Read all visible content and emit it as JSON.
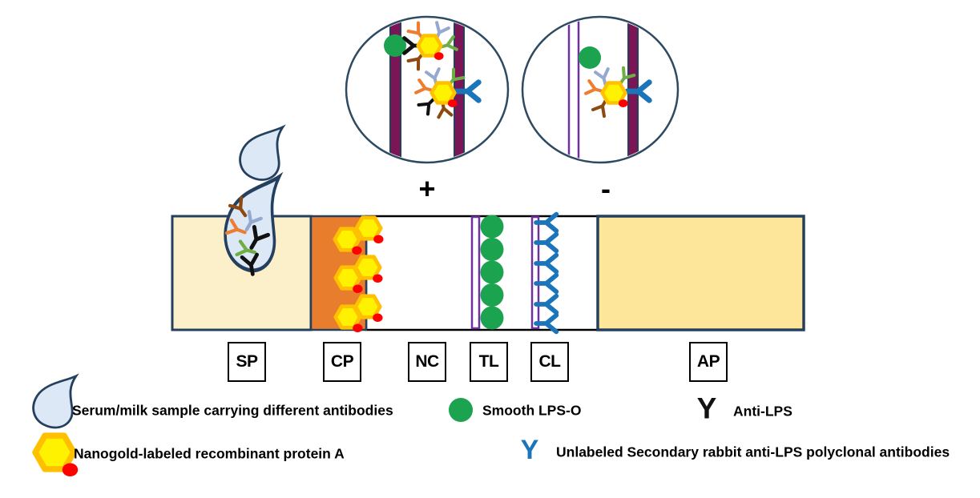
{
  "results": {
    "positive_sign": "+",
    "negative_sign": "-"
  },
  "strip": {
    "labels": [
      "SP",
      "CP",
      "NC",
      "TL",
      "CL",
      "AP"
    ]
  },
  "legend": {
    "items": [
      {
        "icon": "droplet-icon",
        "label": "Serum/milk sample carrying different antibodies"
      },
      {
        "icon": "smooth-lps-icon",
        "label": "Smooth LPS-O"
      },
      {
        "icon": "anti-lps-icon",
        "glyph": "Y",
        "label": "Anti-LPS"
      },
      {
        "icon": "nanogold-icon",
        "label": "Nanogold-labeled recombinant protein A"
      },
      {
        "icon": "secondary-antibody-icon",
        "glyph": "Y",
        "label": "Unlabeled Secondary rabbit anti-LPS polyclonal antibodies"
      }
    ]
  },
  "colors": {
    "strip_border_navy": "#24405E",
    "sample_pad": "#FCF0CB",
    "conjugate_pad": "#E87D2E",
    "absorbent_pad": "#FDE699",
    "band_maroon": "#7B1556",
    "line_purple": "#7030A0",
    "lps_green": "#1CA350",
    "secondary_blue": "#1B75BB",
    "nanogold_yellow": "#FFF200",
    "nanogold_orange": "#FFC000",
    "nanogold_red": "#FF0000",
    "droplet_fill": "#DCE8F5",
    "antibody_orange": "#ED7D31",
    "antibody_slate": "#94A8D0",
    "antibody_green": "#6FAD47",
    "antibody_brown": "#8C4A10",
    "antibody_black": "#111111"
  }
}
